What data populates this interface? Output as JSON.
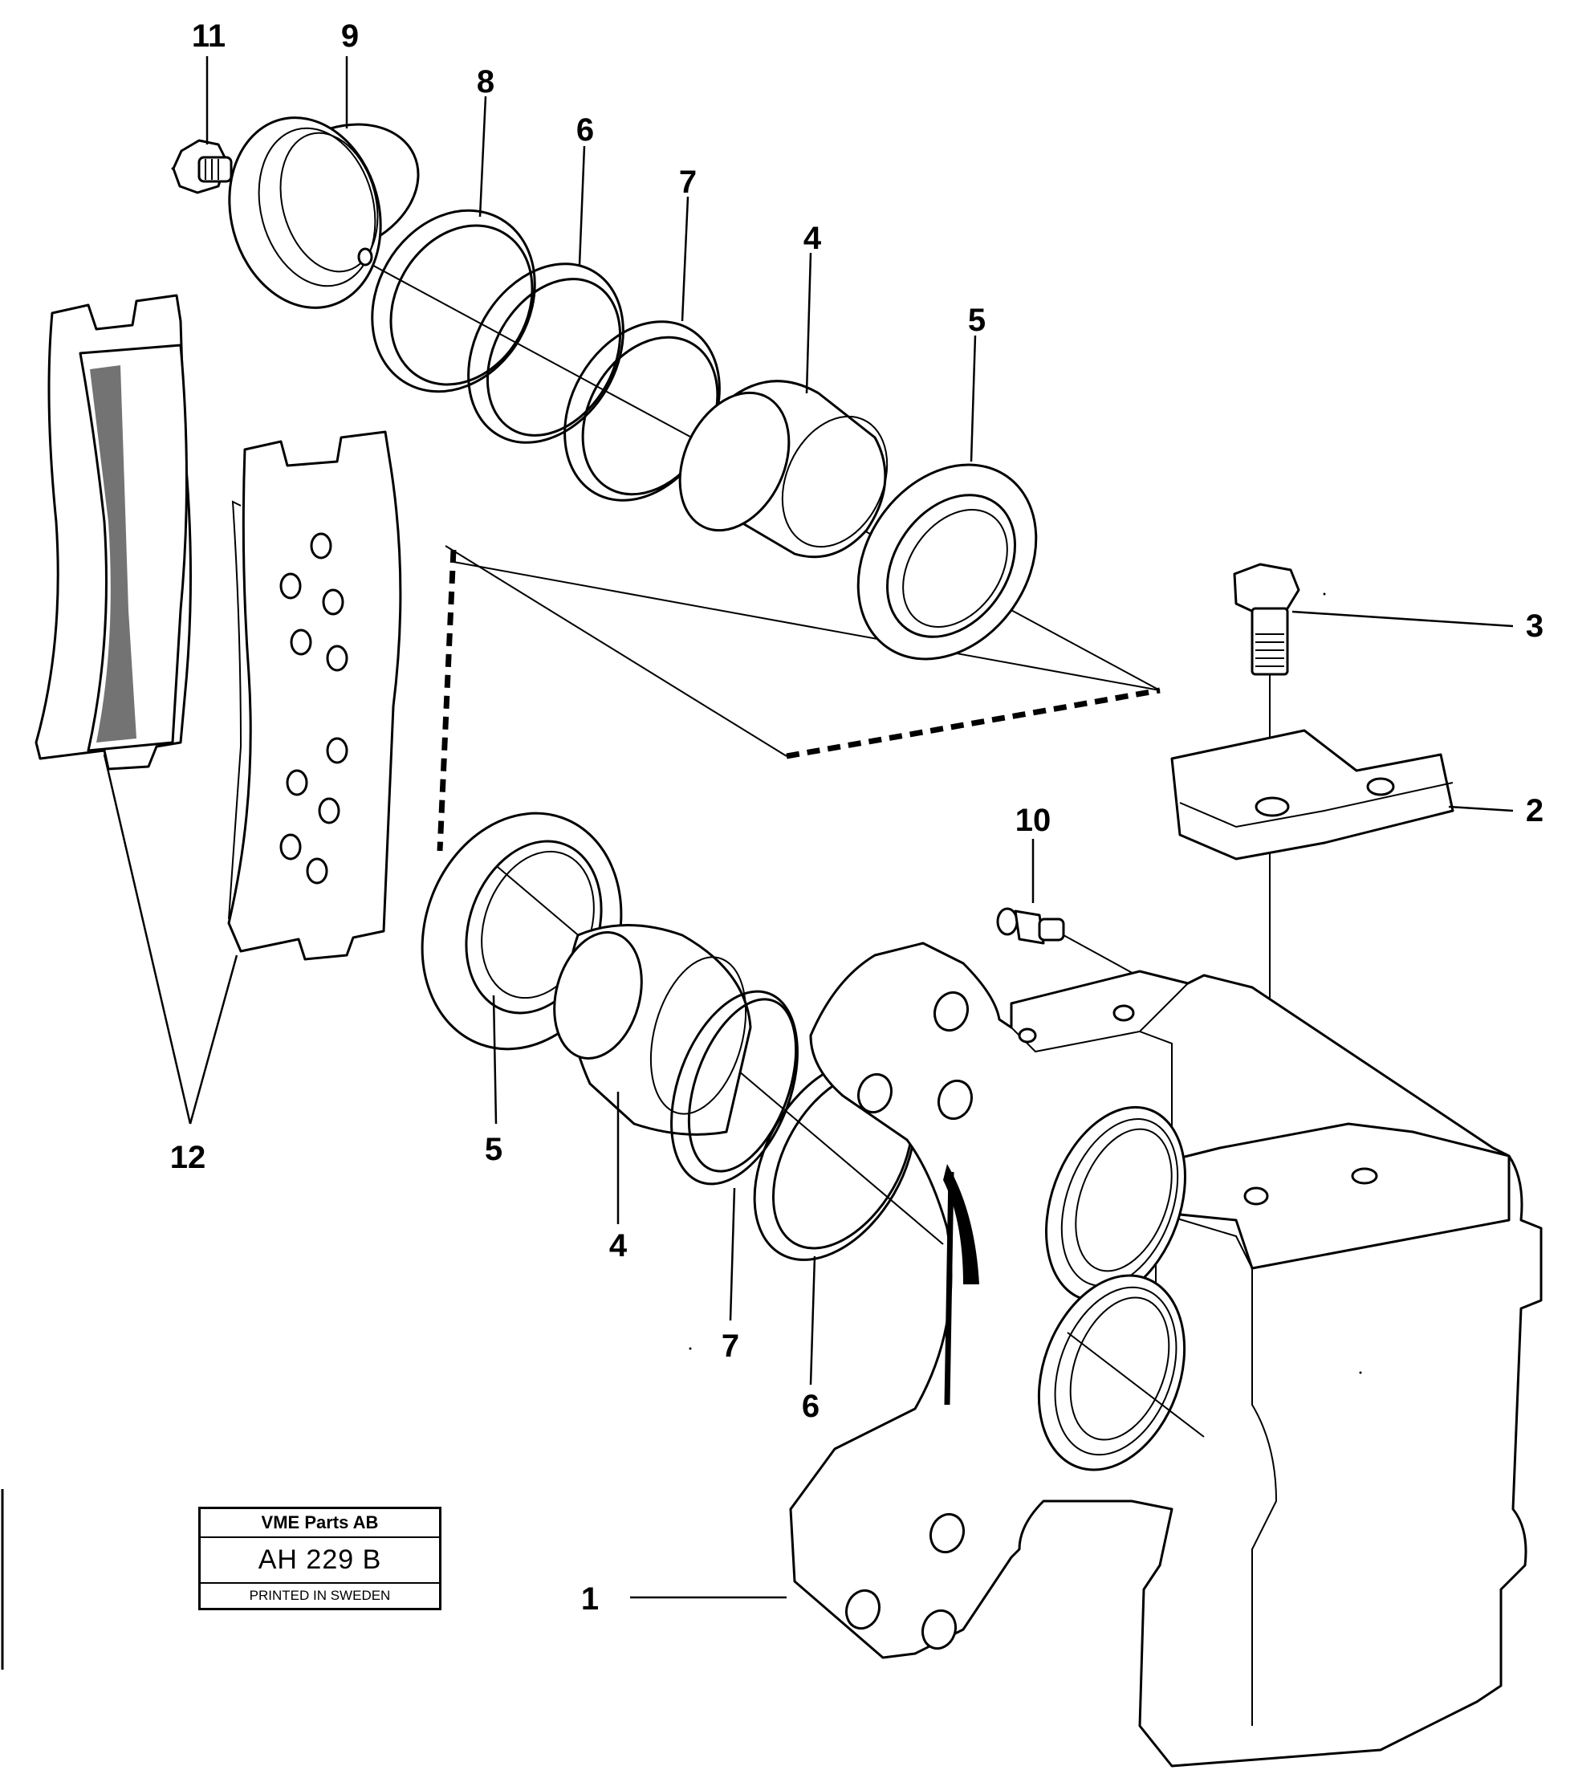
{
  "callouts": [
    "1",
    "2",
    "3",
    "4",
    "5",
    "6",
    "7",
    "8",
    "9",
    "10",
    "11",
    "12"
  ],
  "stamp": {
    "company": "VME Parts AB",
    "code": "AH 229 B",
    "printed": "PRINTED IN SWEDEN"
  }
}
